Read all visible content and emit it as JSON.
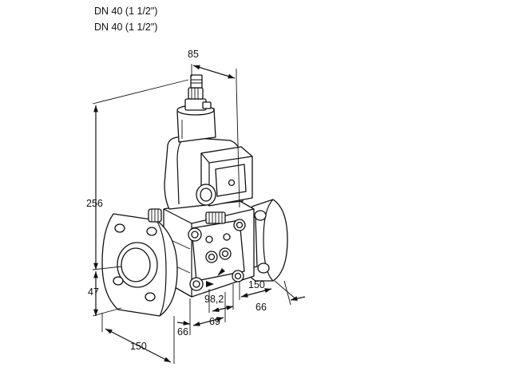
{
  "header": {
    "line1": "DN 40 (1 1/2\")",
    "line2": "DN 40 (1 1/2\")"
  },
  "dimensions": {
    "top_width": "85",
    "height_total": "256",
    "height_low": "47",
    "flange_left": "150",
    "offset_left": "66",
    "offset_mid": "69",
    "offset_small": "98,2",
    "flange_right": "150",
    "offset_right": "66"
  }
}
